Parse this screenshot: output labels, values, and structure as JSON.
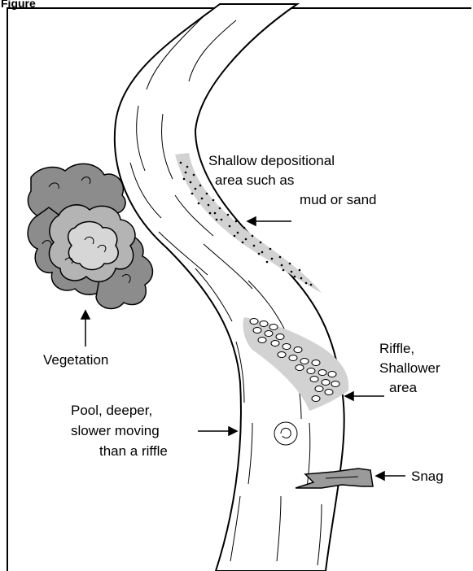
{
  "figure_label": "Figure",
  "labels": {
    "depositional_line1": "Shallow depositional",
    "depositional_line2": "area such as",
    "depositional_line3": "mud or sand",
    "vegetation": "Vegetation",
    "riffle_line1": "Riffle,",
    "riffle_line2": "Shallower",
    "riffle_line3": "area",
    "pool_line1": "Pool, deeper,",
    "pool_line2": "slower moving",
    "pool_line3": "than a riffle",
    "snag": "Snag"
  },
  "colors": {
    "outline": "#000000",
    "vegetation_dark": "#8c8c8c",
    "vegetation_mid": "#b4b4b4",
    "vegetation_light": "#d6d6d6",
    "shading": "#d2d2d2",
    "snag": "#9a9a9a"
  }
}
